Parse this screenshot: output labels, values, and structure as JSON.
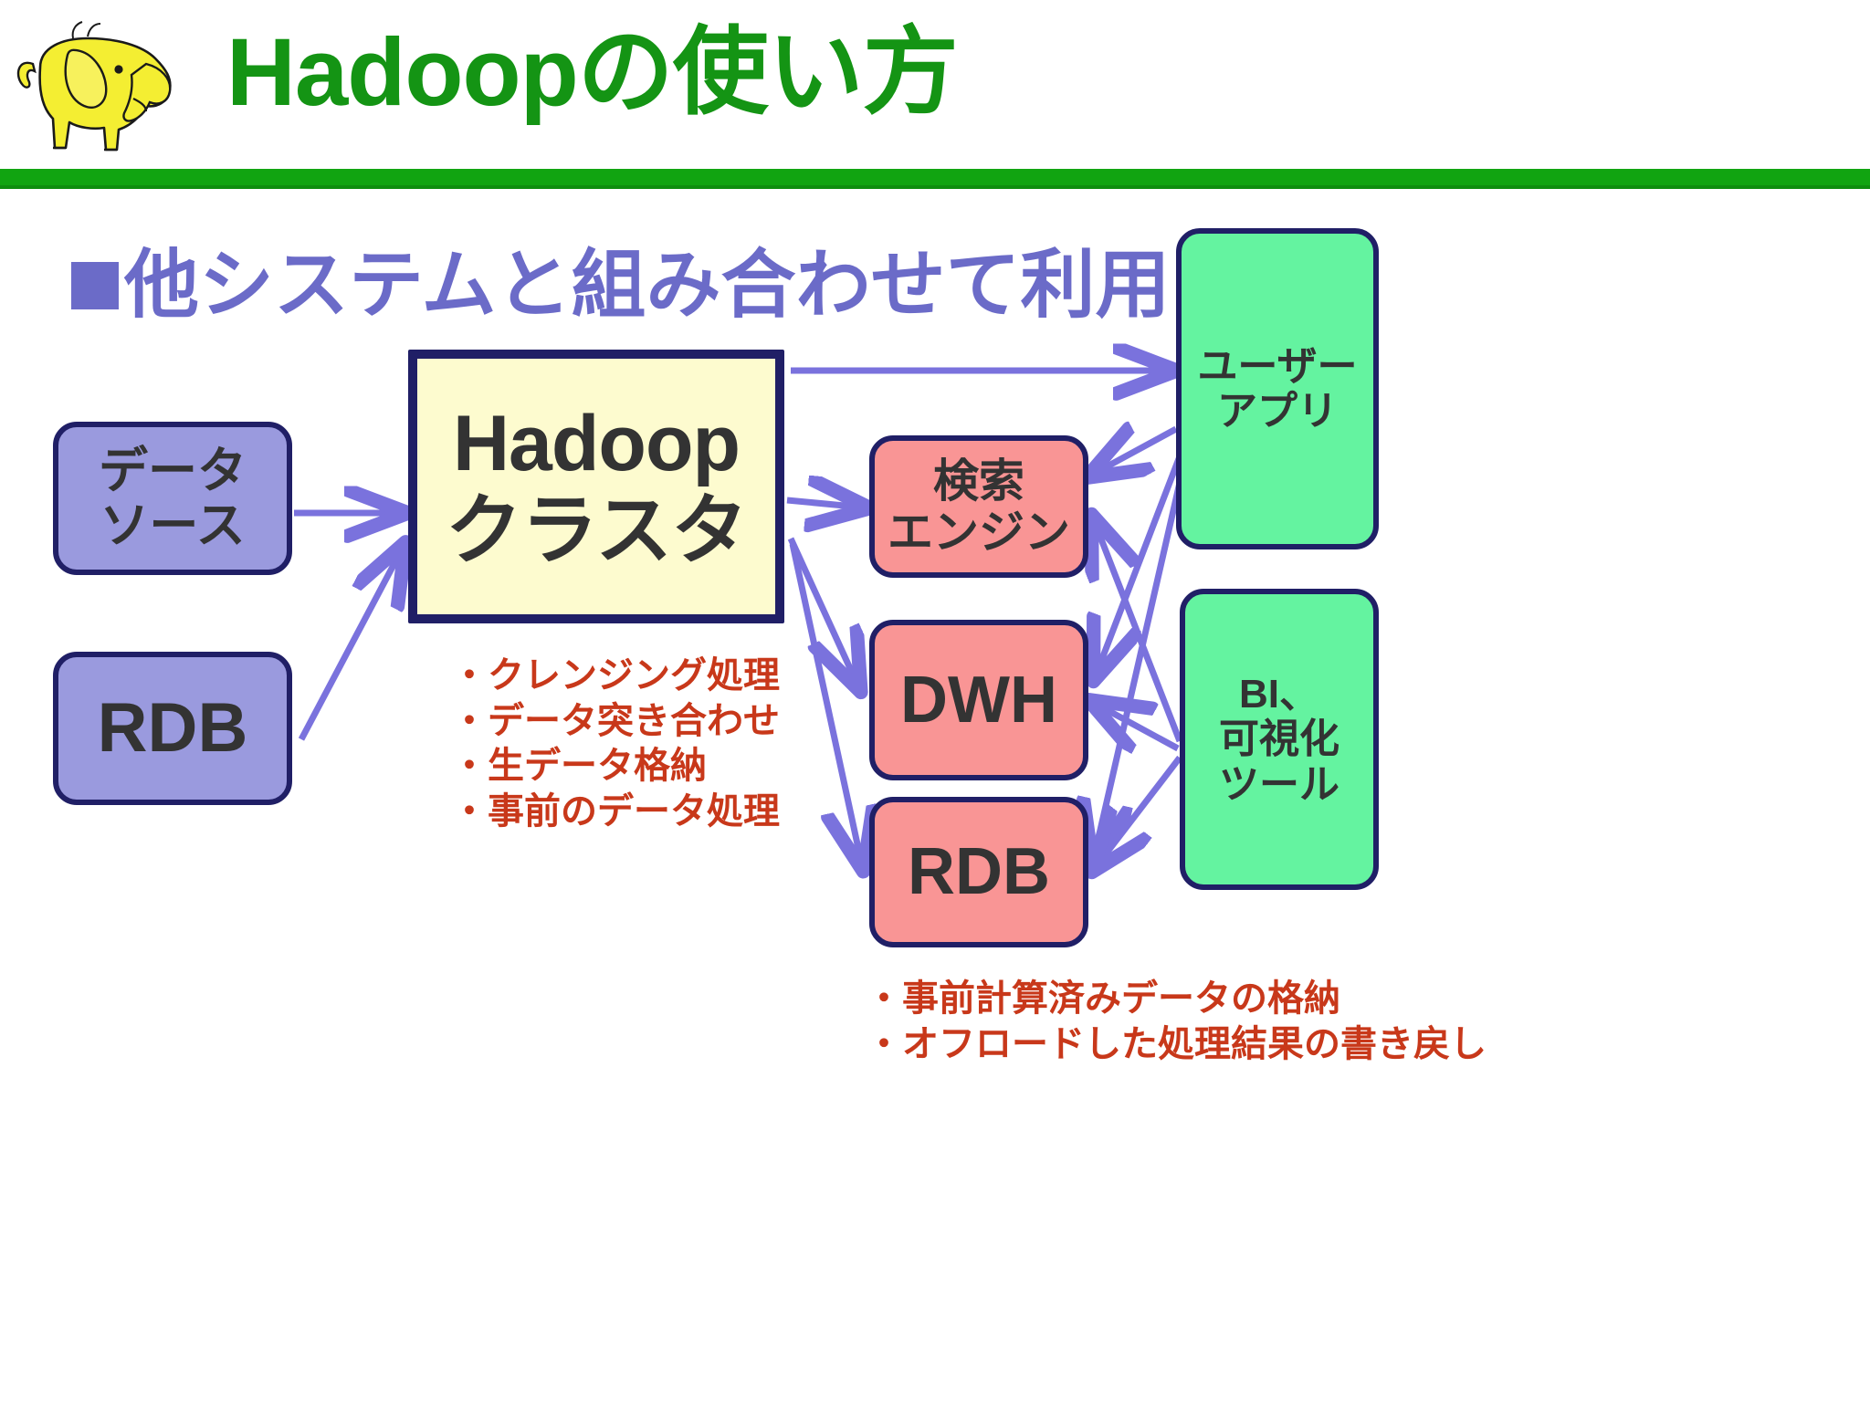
{
  "header": {
    "title": "Hadoopの使い方",
    "title_color": "#149414",
    "rule_color": "#11a411",
    "logo_icon": "hadoop-elephant-logo"
  },
  "subtitle": {
    "bullet_icon": "square-bullet",
    "text": "他システムと組み合わせて利用",
    "color": "#6b6bc8"
  },
  "diagram": {
    "nodes": {
      "data_source": {
        "line1": "データ",
        "line2": "ソース",
        "color": "#9a9ade"
      },
      "rdb_left": {
        "line1": "RDB",
        "color": "#9a9ade"
      },
      "hadoop": {
        "line1": "Hadoop",
        "line2": "クラスタ",
        "color": "#fdfbcf"
      },
      "search": {
        "line1": "検索",
        "line2": "エンジン",
        "color": "#f99595"
      },
      "dwh": {
        "line1": "DWH",
        "color": "#f99595"
      },
      "rdb_right": {
        "line1": "RDB",
        "color": "#f99595"
      },
      "user_app": {
        "line1": "ユーザー",
        "line2": "アプリ",
        "color": "#64f3a0"
      },
      "bi_tool": {
        "line1": "BI、",
        "line2": "可視化",
        "line3": "ツール",
        "color": "#64f3a0"
      }
    },
    "arrow_color": "#7a72dd"
  },
  "annotations": {
    "hadoop_notes": [
      "・クレンジング処理",
      "・データ突き合わせ",
      "・生データ格納",
      "・事前のデータ処理"
    ],
    "bottom_notes": [
      "・事前計算済みデータの格納",
      "・オフロードした処理結果の書き戻し"
    ],
    "color": "#c8381a"
  }
}
